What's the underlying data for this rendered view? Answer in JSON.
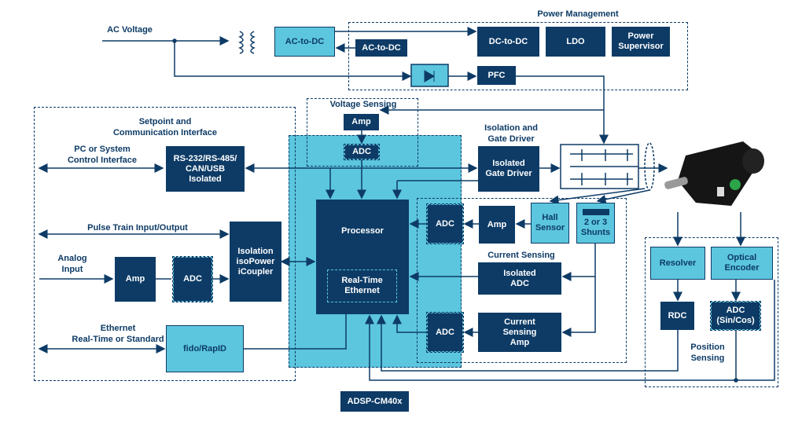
{
  "colors": {
    "dark_block": "#0d3b66",
    "light_block": "#5cc6de",
    "lines": "#0d3b66"
  },
  "labels": {
    "ac_voltage": "AC Voltage",
    "power_management": "Power Management",
    "voltage_sensing": "Voltage Sensing",
    "setpoint": "Setpoint and\nCommunication Interface",
    "pc_control": "PC or System\nControl Interface",
    "pulse_train": "Pulse Train Input/Output",
    "analog_input": "Analog\nInput",
    "ethernet": "Ethernet\nReal-Time or Standard",
    "isolation_gate": "Isolation and\nGate Driver",
    "current_sensing": "Current Sensing",
    "position_sensing": "Position\nSensing"
  },
  "blocks": {
    "ac_dc_1": "AC-to-DC",
    "ac_dc_2": "AC-to-DC",
    "dc_dc": "DC-to-DC",
    "ldo": "LDO",
    "supervisor": "Power\nSupervisor",
    "pfc": "PFC",
    "vs_amp": "Amp",
    "vs_adc": "ADC",
    "rs232": "RS-232/RS-485/\nCAN/USB\nIsolated",
    "isolation": "Isolation\nisoPower\niCoupler",
    "amp_analog": "Amp",
    "adc_analog": "ADC",
    "fido": "fido/RapID",
    "processor": "Processor",
    "rt_ethernet": "Real-Time\nEthernet",
    "adc_upper": "ADC",
    "adc_lower": "ADC",
    "gate_driver": "Isolated\nGate Driver",
    "cs_amp": "Amp",
    "hall": "Hall\nSensor",
    "shunts": "2 or 3\nShunts",
    "isolated_adc": "Isolated\nADC",
    "current_amp": "Current\nSensing\nAmp",
    "resolver": "Resolver",
    "optical": "Optical\nEncoder",
    "rdc": "RDC",
    "adc_sincos": "ADC\n(Sin/Cos)",
    "chip": "ADSP-CM40x"
  }
}
